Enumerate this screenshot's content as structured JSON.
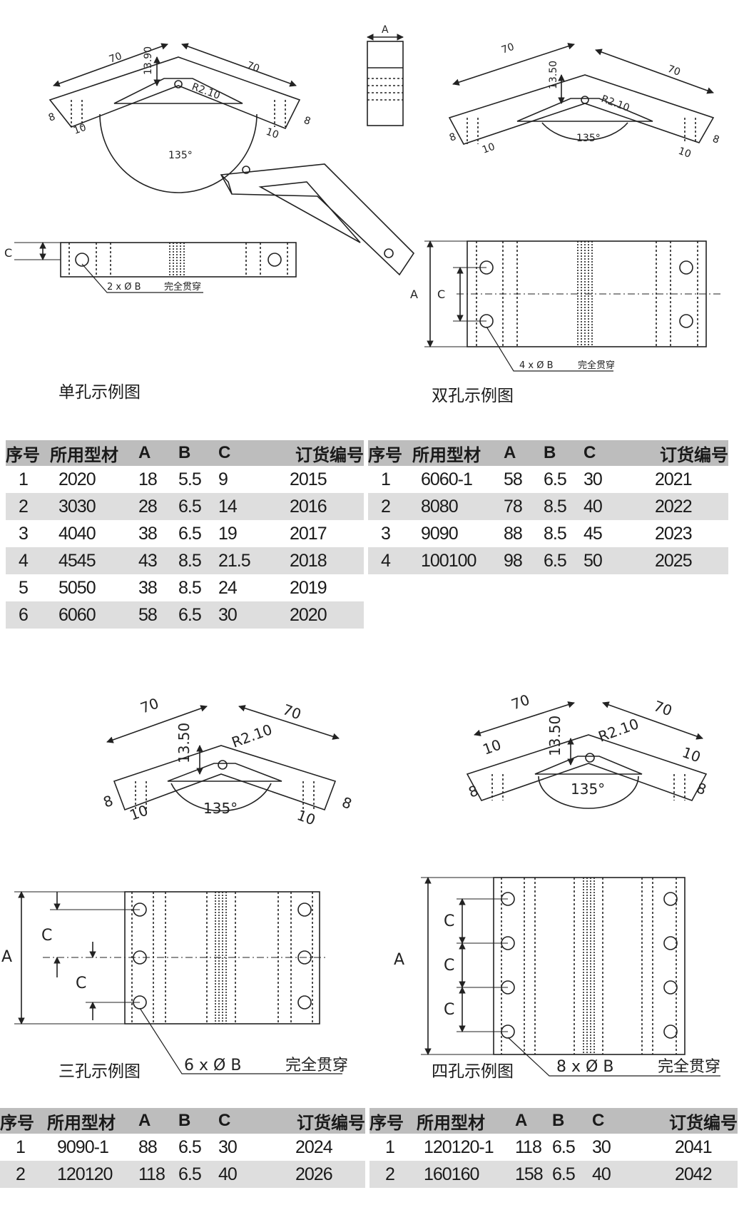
{
  "captions": {
    "single": "单孔示例图",
    "double": "双孔示例图",
    "triple": "三孔示例图",
    "quad": "四孔示例图"
  },
  "dims": {
    "len70": "70",
    "h1350": "13.50",
    "h1390": "13.90",
    "r210": "R2.10",
    "w8": "8",
    "w10": "10",
    "angle": "135°",
    "A": "A",
    "B": "B",
    "C": "C",
    "holes2": "2 x Ø B",
    "holes4": "4 x Ø B",
    "holes6": "6 x Ø B",
    "holes8": "8 x Ø B",
    "through": "完全贯穿"
  },
  "headers": [
    "序号",
    "所用型材",
    "A",
    "B",
    "C",
    "订货编号"
  ],
  "table1": [
    [
      "1",
      "2020",
      "18",
      "5.5",
      "9",
      "2015"
    ],
    [
      "2",
      "3030",
      "28",
      "6.5",
      "14",
      "2016"
    ],
    [
      "3",
      "4040",
      "38",
      "6.5",
      "19",
      "2017"
    ],
    [
      "4",
      "4545",
      "43",
      "8.5",
      "21.5",
      "2018"
    ],
    [
      "5",
      "5050",
      "38",
      "8.5",
      "24",
      "2019"
    ],
    [
      "6",
      "6060",
      "58",
      "6.5",
      "30",
      "2020"
    ]
  ],
  "table2": [
    [
      "1",
      "6060-1",
      "58",
      "6.5",
      "30",
      "2021"
    ],
    [
      "2",
      "8080",
      "78",
      "8.5",
      "40",
      "2022"
    ],
    [
      "3",
      "9090",
      "88",
      "8.5",
      "45",
      "2023"
    ],
    [
      "4",
      "100100",
      "98",
      "6.5",
      "50",
      "2025"
    ]
  ],
  "table3": [
    [
      "1",
      "9090-1",
      "88",
      "6.5",
      "30",
      "2024"
    ],
    [
      "2",
      "120120",
      "118",
      "6.5",
      "40",
      "2026"
    ]
  ],
  "table4": [
    [
      "1",
      "120120-1",
      "118",
      "6.5",
      "30",
      "2041"
    ],
    [
      "2",
      "160160",
      "158",
      "6.5",
      "40",
      "2042"
    ]
  ]
}
